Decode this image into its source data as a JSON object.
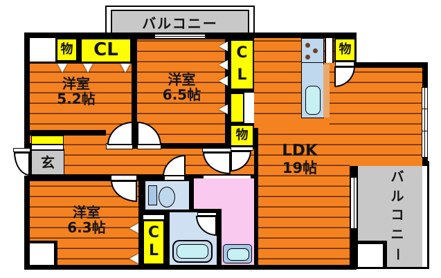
{
  "floor_plan": {
    "balcony_top_label": "バルコニー",
    "balcony_right_chars": [
      "バ",
      "ル",
      "コ",
      "ニ",
      "ー"
    ],
    "entrance_label": "玄",
    "storage_label": "物",
    "closet_label": "CL",
    "closet_c": "C",
    "closet_l": "L",
    "rooms": [
      {
        "name": "洋室",
        "size": "5.2帖"
      },
      {
        "name": "洋室",
        "size": "6.5帖"
      },
      {
        "name": "LDK",
        "size": "19帖"
      },
      {
        "name": "洋室",
        "size": "6.3帖"
      }
    ],
    "colors": {
      "floor_orange": "#F58220",
      "closet_yellow": "#FFFF00",
      "balcony_gray": "#C8C8C8",
      "entrance_gray": "#C0C0C0",
      "washroom_pink": "#F9C9EF",
      "bath_blue": "#CFE0F2",
      "fixture_cyan": "#C6F0F4",
      "wall_black": "#000000"
    }
  }
}
